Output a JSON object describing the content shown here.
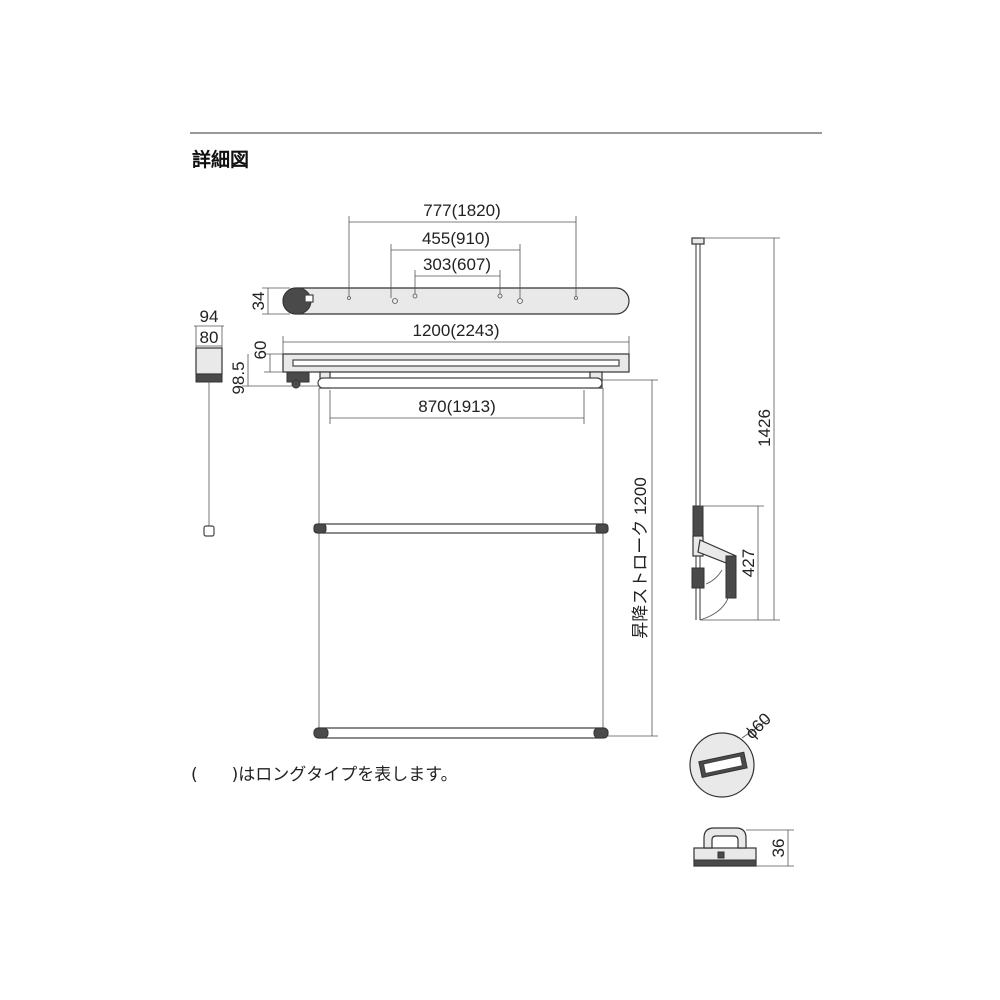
{
  "title": "詳細図",
  "note": "(　　)はロングタイプを表します。",
  "dimensions": {
    "top_outer": "777(1820)",
    "top_mid": "455(910)",
    "top_inner": "303(607)",
    "unit_height": "34",
    "width_total": "1200(2243)",
    "base_height": "60",
    "base_drop": "98.5",
    "bar_span": "870(1913)",
    "stroke_label": "昇降ストローク 1200",
    "side_height": "1426",
    "arm_height": "427",
    "pull_outer": "94",
    "pull_inner": "80",
    "pole_diameter": "ϕ60",
    "handle_height": "36"
  }
}
